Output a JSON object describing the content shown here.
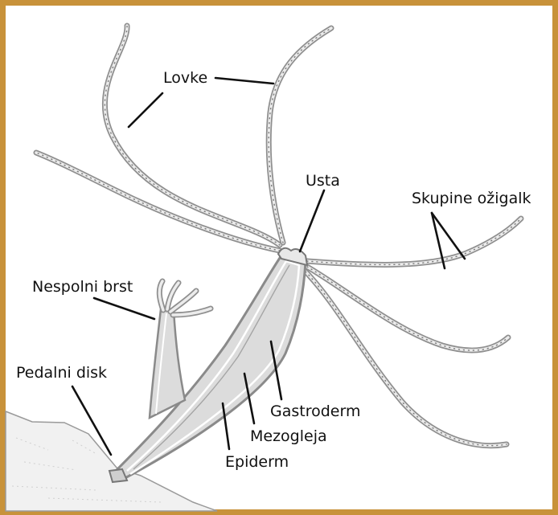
{
  "colors": {
    "frame": "#c8923a",
    "background": "#ffffff",
    "ink": "#111111",
    "body_fill": "#d9d9d9",
    "outline": "#8a8a8a"
  },
  "labels": {
    "tentacles": "Lovke",
    "mouth": "Usta",
    "nematocyst_clusters": "Skupine ožigalk",
    "asexual_bud": "Nespolni brst",
    "pedal_disc": "Pedalni disk",
    "gastrodermis": "Gastroderm",
    "mesoglea": "Mezogleja",
    "epidermis": "Epiderm"
  }
}
